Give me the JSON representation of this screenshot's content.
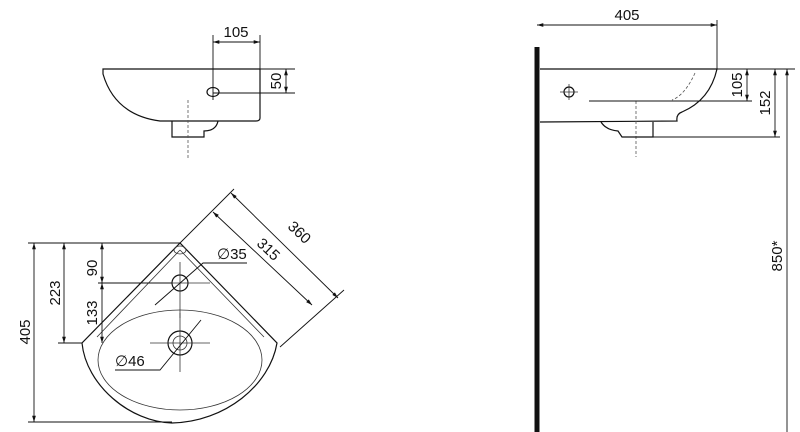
{
  "side_view": {
    "dim_hole_offset": "105",
    "dim_hole_depth": "50"
  },
  "plan_view": {
    "dim_total_depth": "405",
    "dim_drain_depth": "223",
    "dim_tap_hole": "90",
    "dim_tap_to_drain": "133",
    "dim_inner_width": "315",
    "dim_outer_width": "360",
    "tap_hole_diameter": "∅35",
    "drain_diameter": "∅46"
  },
  "wall_view": {
    "dim_projection": "405",
    "dim_overflow": "105",
    "dim_height": "152",
    "dim_mount_height": "850*"
  }
}
